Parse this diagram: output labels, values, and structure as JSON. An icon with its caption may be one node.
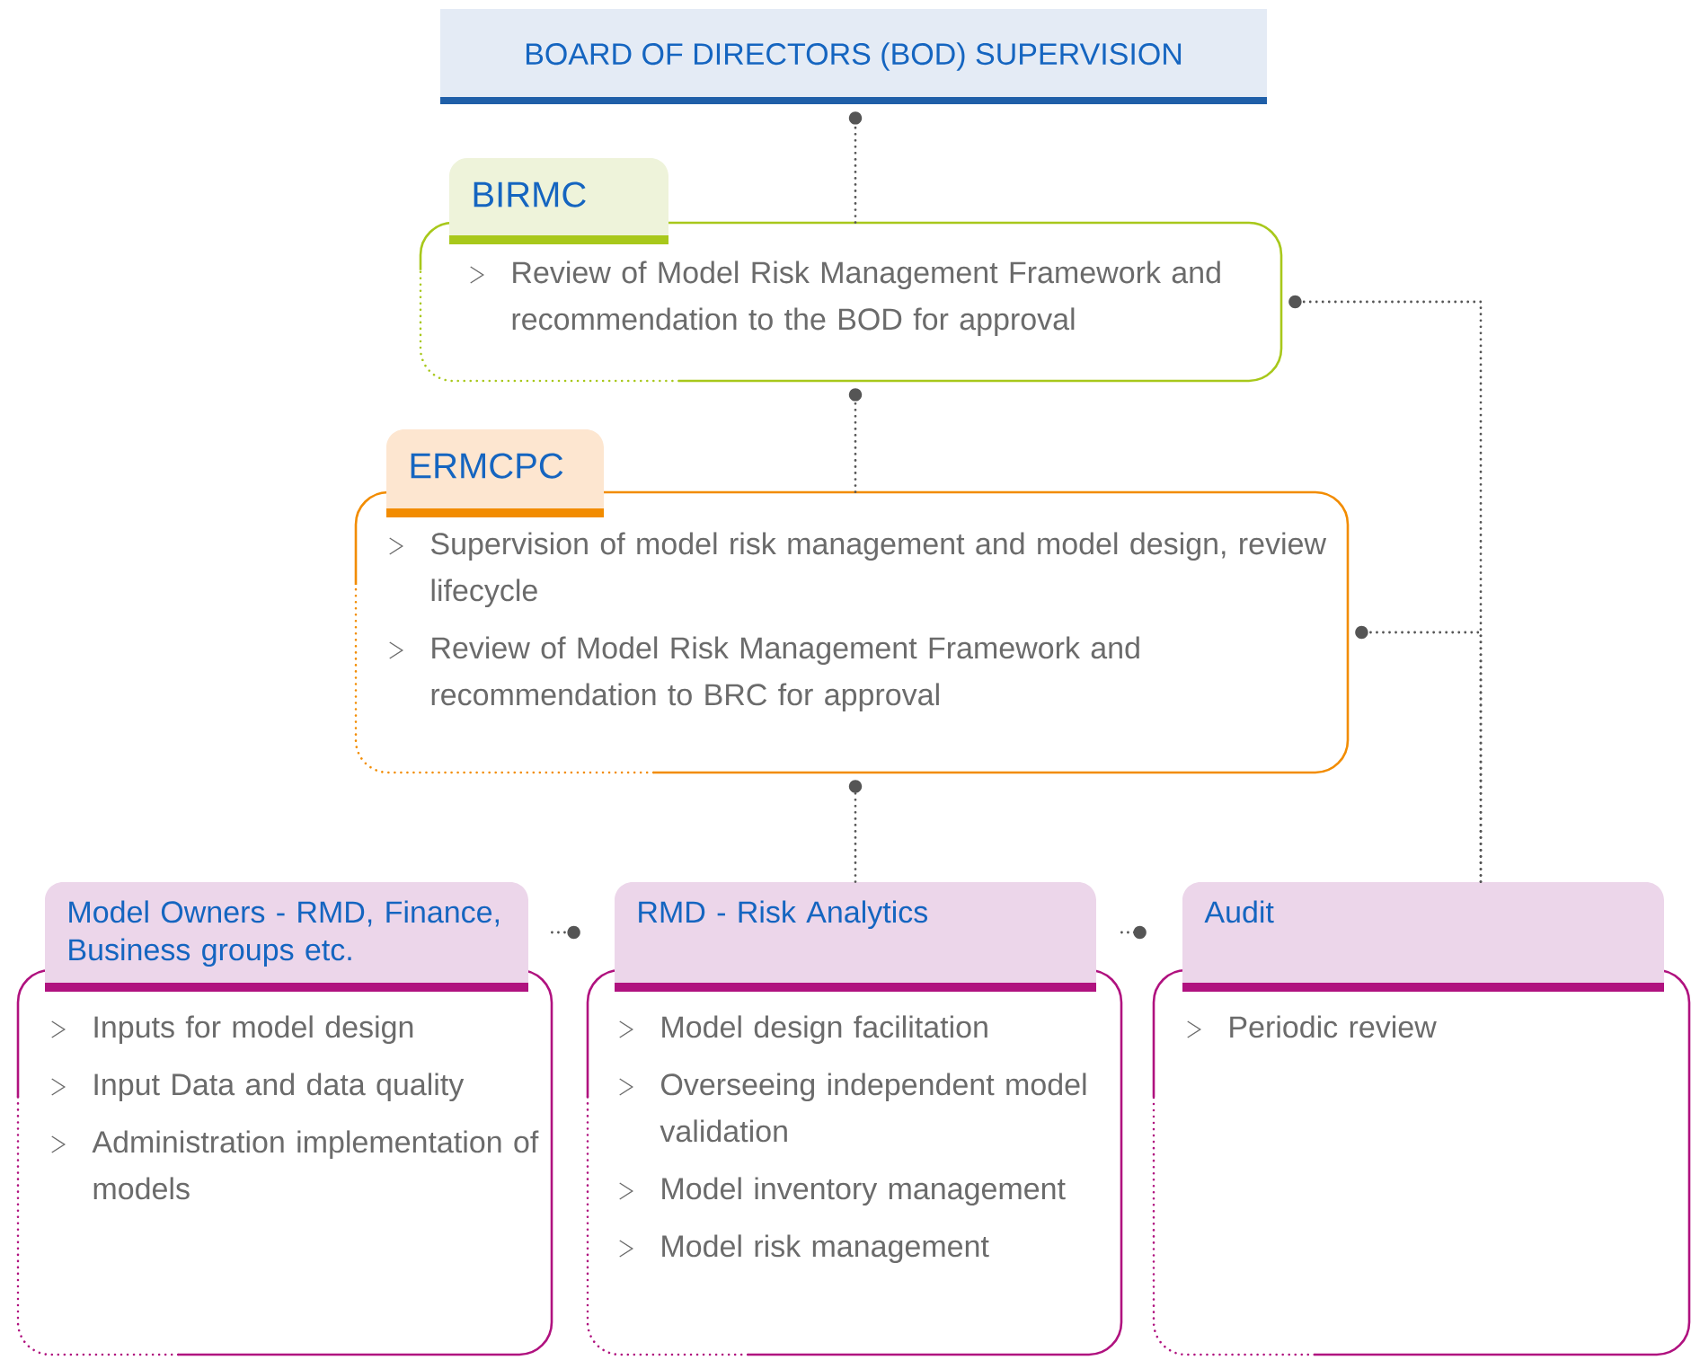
{
  "diagram": {
    "nodes": [
      {
        "text": [
          "BOARD OF DIRECTORS (BOD) SUPERVISION"
        ]
      },
      {
        "text": [
          "BIRMC",
          "Review of Model Risk Management Framework and recommendation to the BOD for approval"
        ]
      },
      {
        "text": [
          "ERMCPC",
          "Supervision of model risk management and model design, review lifecycle",
          "Review of Model Risk Management Framework and recommendation to BRC for approval"
        ]
      },
      {
        "text": [
          "Model Owners - RMD, Finance, Business groups etc.",
          "Inputs for model design",
          "Input Data and data quality",
          "Administration implementation of models"
        ]
      },
      {
        "text": [
          "RMD - Risk Analytics",
          "Model design facilitation",
          "Overseeing independent model validation",
          "Model inventory management",
          "Model risk management"
        ]
      },
      {
        "text": [
          "Audit",
          "Periodic review"
        ]
      }
    ],
    "edges": [
      {
        "from": 1,
        "to": 0,
        "arrow": "other"
      },
      {
        "from": 2,
        "to": 1,
        "arrow": "other"
      },
      {
        "from": 4,
        "to": 2,
        "arrow": "other"
      },
      {
        "from": 3,
        "to": 4,
        "arrow": "other"
      },
      {
        "from": 4,
        "to": 5,
        "arrow": "other"
      },
      {
        "from": 5,
        "to": 1,
        "arrow": "other"
      },
      {
        "from": 5,
        "to": 2,
        "arrow": "other"
      }
    ]
  }
}
